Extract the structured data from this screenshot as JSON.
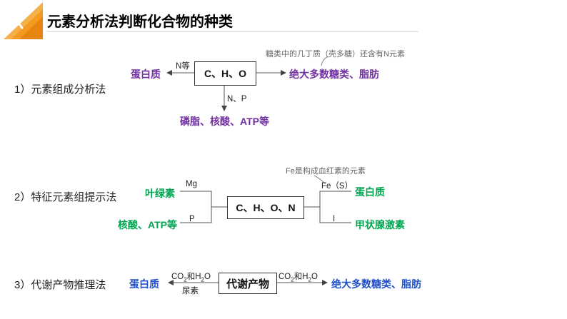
{
  "title": "元素分析法判断化合物的种类",
  "section1": {
    "label": "1）元素组成分析法",
    "left": "蛋白质",
    "left_arrow_label": "N等",
    "box": "C、H、O",
    "note": "糖类中的几丁质（壳多糖）还含有N元素",
    "right": "绝大多数糖类、脂肪",
    "down_label": "N、P",
    "bottom": "磷脂、核酸、ATP等"
  },
  "section2": {
    "label": "2）特征元素组提示法",
    "top_left": "叶绿素",
    "top_left_label": "Mg",
    "bottom_left": "核酸、ATP等",
    "bottom_left_label": "P",
    "box": "C、H、O、N",
    "note": "Fe是构成血红素的元素",
    "top_right_label": "Fe（S）",
    "top_right": "蛋白质",
    "bottom_right_label": "I",
    "bottom_right": "甲状腺激素"
  },
  "section3": {
    "label": "3）代谢产物推理法",
    "left": "蛋白质",
    "left_top_label_main": "CO",
    "left_top_label_sub": "2",
    "left_top_label_mid": "和H",
    "left_top_label_sub2": "2",
    "left_top_label_end": "O",
    "left_bottom_label": "尿素",
    "box": "代谢产物",
    "right_label_main": "CO",
    "right_label_sub": "2",
    "right_label_mid": "和H",
    "right_label_sub2": "2",
    "right_label_end": "O",
    "right": "绝大多数糖类、脂肪"
  },
  "colors": {
    "purple": "#7030a0",
    "green": "#00a651",
    "blue": "#1f4fc9",
    "logo": "#f0a030"
  },
  "icons": [
    "climber-logo-icon"
  ]
}
